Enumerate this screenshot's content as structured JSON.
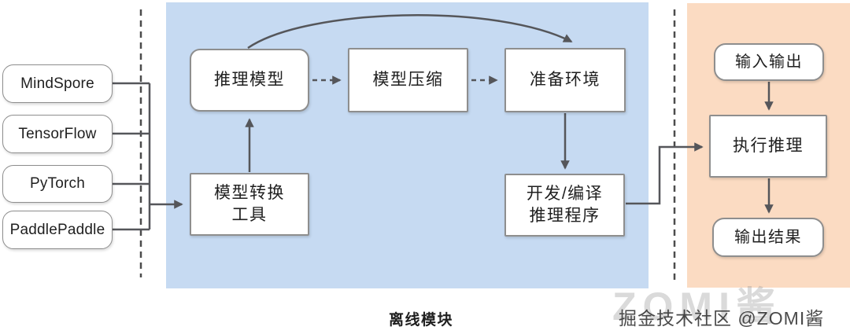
{
  "frameworks": [
    {
      "label": "MindSpore"
    },
    {
      "label": "TensorFlow"
    },
    {
      "label": "PyTorch"
    },
    {
      "label": "PaddlePaddle"
    }
  ],
  "offline": {
    "region_label": "离线模块",
    "nodes": {
      "inference_model": {
        "label": "推理模型"
      },
      "model_compression": {
        "label": "模型压缩"
      },
      "prepare_env": {
        "label": "准备环境"
      },
      "model_converter": {
        "line1": "模型转换",
        "line2": "工具"
      },
      "dev_compile": {
        "line1": "开发/编译",
        "line2": "推理程序"
      }
    }
  },
  "online": {
    "nodes": {
      "input_output": {
        "label": "输入输出"
      },
      "execute_inference": {
        "label": "执行推理"
      },
      "output_result": {
        "label": "输出结果"
      }
    }
  },
  "watermark": {
    "front": "掘金技术社区 @ZOMI酱",
    "back": "ZOMI酱"
  },
  "colors": {
    "offline-bg": "#c6daf2",
    "online-bg": "#fbdbc2",
    "node-border": "#8e8e8e",
    "connector": "#55565a",
    "separator": "#4c4c4c",
    "text": "#1f1f1f"
  }
}
